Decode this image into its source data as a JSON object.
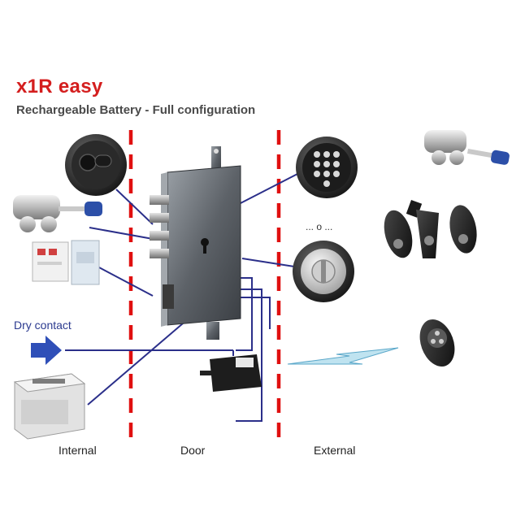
{
  "title": "x1R easy",
  "subtitle": "Rechargeable Battery - Full configuration",
  "dry_contact": "Dry contact",
  "or_text": "... o ...",
  "zones": {
    "internal": "Internal",
    "door": "Door",
    "external": "External"
  },
  "colors": {
    "title": "#d41e1e",
    "divider": "#e01010",
    "wire": "#2b2f8a",
    "arrow": "#2f4fb8"
  },
  "icons": {
    "rosette": "round-rosette-reader-icon",
    "cylinder_left": "key-cylinder-icon",
    "din_modules": "din-rail-modules-icon",
    "control_unit": "din-control-unit-icon",
    "lock": "mortise-lock-body-icon",
    "battery": "battery-pack-icon",
    "keypad": "digital-keypad-icon",
    "handle": "round-handle-knob-icon",
    "cylinder_right": "key-cylinder-icon",
    "fobs": "key-fob-remotes-icon",
    "remote": "three-button-remote-icon",
    "wireless": "wireless-signal-icon"
  }
}
